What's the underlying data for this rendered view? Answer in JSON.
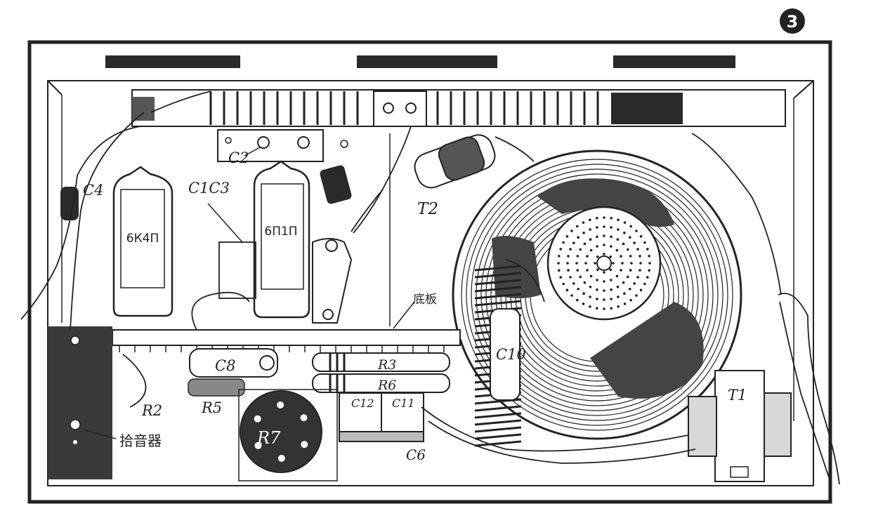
{
  "figure_number": "3",
  "tubes": {
    "left": "6К4П",
    "right": "6П1П"
  },
  "labels": {
    "c2": "C2",
    "c1c3": "C1C3",
    "c4": "C4",
    "t2": "T2",
    "chassis": "底板",
    "c8": "C8",
    "r3": "R3",
    "r6": "R6",
    "c10": "C10",
    "c12": "C12",
    "c11": "C11",
    "c6": "C6",
    "r2": "R2",
    "r5": "R5",
    "r7": "R7",
    "pickup": "拾音器",
    "t1": "T1"
  },
  "bottom_caption": "",
  "colors": {
    "ink": "#222222",
    "paper": "#ffffff",
    "dark": "#2a2a2a"
  }
}
